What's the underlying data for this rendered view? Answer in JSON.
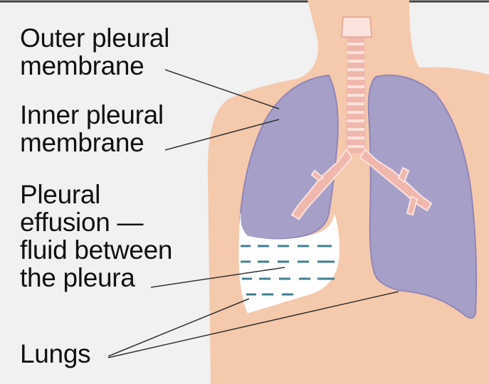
{
  "diagram": {
    "labels": {
      "outer_pleural_membrane": "Outer pleural\nmembrane",
      "inner_pleural_membrane": "Inner pleural\nmembrane",
      "pleural_effusion": "Pleural\neffusion —\nfluid between\nthe pleura",
      "lungs": "Lungs"
    },
    "colors": {
      "background": "#f1f1f1",
      "skin": "#f5c9ac",
      "lung_fill": "#a6a0c9",
      "lung_outline": "#8f86b8",
      "airway": "#f0b7ad",
      "cartilage": "#fbe3dd",
      "fluid": "#ffffff",
      "fluid_lines": "#3f7f8f",
      "leader_lines": "#333333"
    }
  }
}
